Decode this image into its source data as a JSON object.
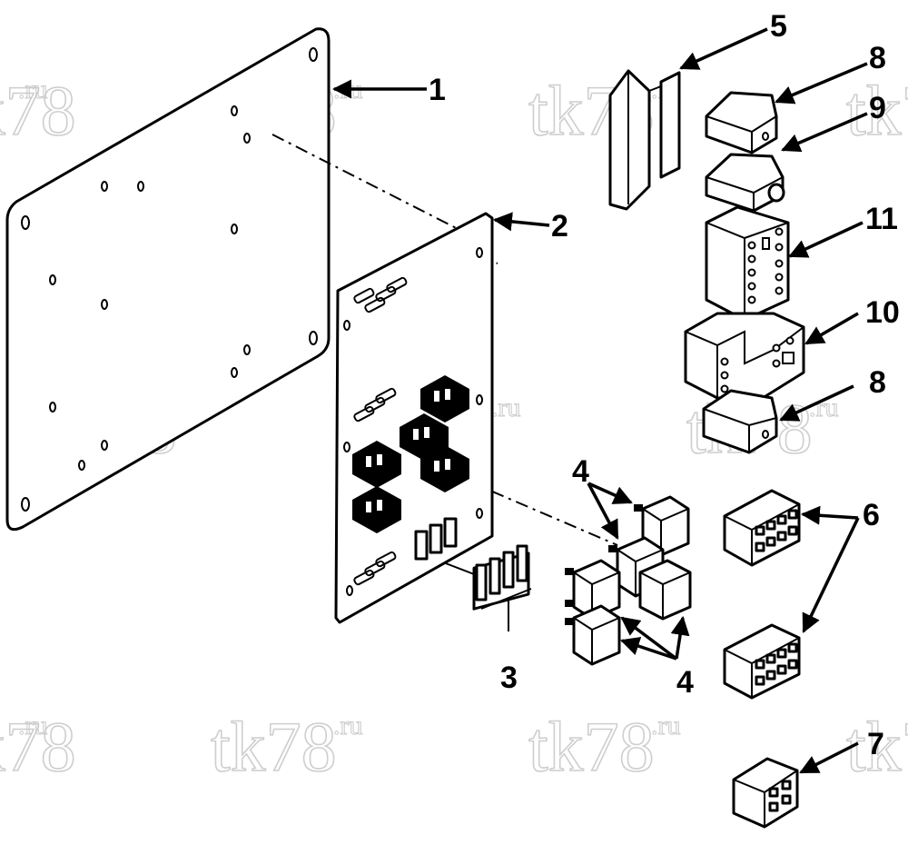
{
  "watermark": {
    "main": "tk78",
    "sup": ".ru"
  },
  "callouts": [
    {
      "id": "1",
      "label": "1"
    },
    {
      "id": "2",
      "label": "2"
    },
    {
      "id": "3",
      "label": "3"
    },
    {
      "id": "4a",
      "label": "4"
    },
    {
      "id": "4b",
      "label": "4"
    },
    {
      "id": "5",
      "label": "5"
    },
    {
      "id": "6",
      "label": "6"
    },
    {
      "id": "7",
      "label": "7"
    },
    {
      "id": "8a",
      "label": "8"
    },
    {
      "id": "8b",
      "label": "8"
    },
    {
      "id": "9",
      "label": "9"
    },
    {
      "id": "10",
      "label": "10"
    },
    {
      "id": "11",
      "label": "11"
    }
  ],
  "colors": {
    "line": "#000000",
    "watermark": "#c9c9c9",
    "background": "#ffffff"
  }
}
